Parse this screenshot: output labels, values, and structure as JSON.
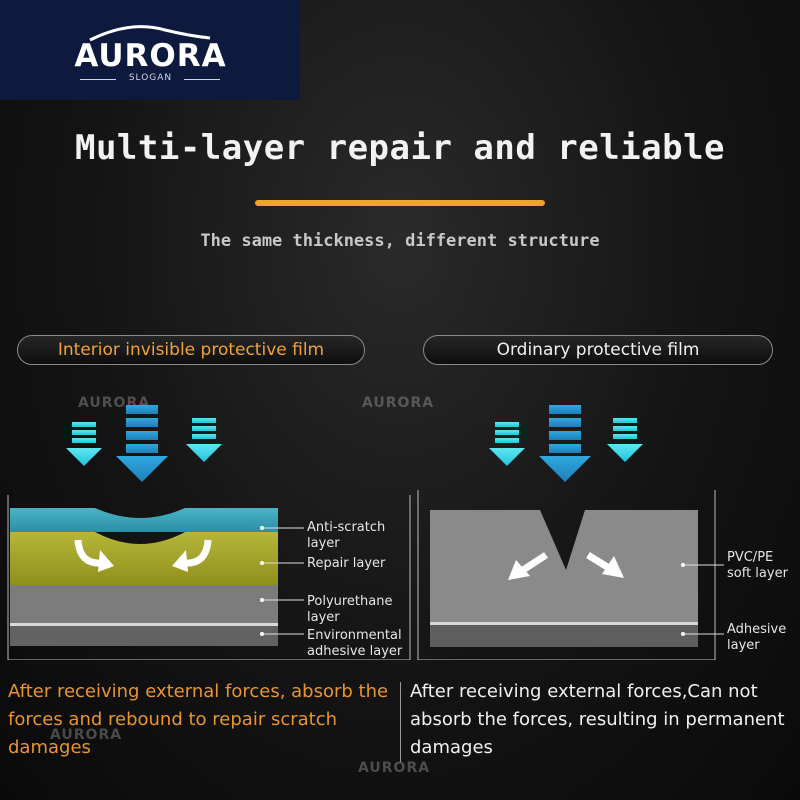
{
  "logo": {
    "brand": "AURORA",
    "slogan": "SLOGAN"
  },
  "header": {
    "title": "Multi-layer repair and reliable",
    "subtitle": "The same thickness, different structure"
  },
  "left_panel": {
    "pill_label": "Interior invisible protective film",
    "layers": [
      "Anti-scratch layer",
      "Repair layer",
      "Polyurethane layer",
      "Environmental adhesive layer"
    ],
    "description": "After receiving external forces, absorb the forces and rebound to repair scratch damages"
  },
  "right_panel": {
    "pill_label": "Ordinary protective film",
    "layers": [
      "PVC/PE soft layer",
      "Adhesive layer"
    ],
    "description": "After receiving external forces,Can not absorb the forces, resulting in permanent damages"
  },
  "watermarks": [
    "AURORA",
    "AURORA",
    "AURORA",
    "AURORA"
  ],
  "colors": {
    "accent_orange": "#f0a23a",
    "logo_bg": "#0d1a3d",
    "arrow_blue": "#29a9e0",
    "arrow_cyan": "#40d8e8",
    "anti_scratch": "#3aa0b8",
    "repair": "#a8a828",
    "polyurethane": "#7a7a7a",
    "adhesive": "#6a6a6a"
  }
}
